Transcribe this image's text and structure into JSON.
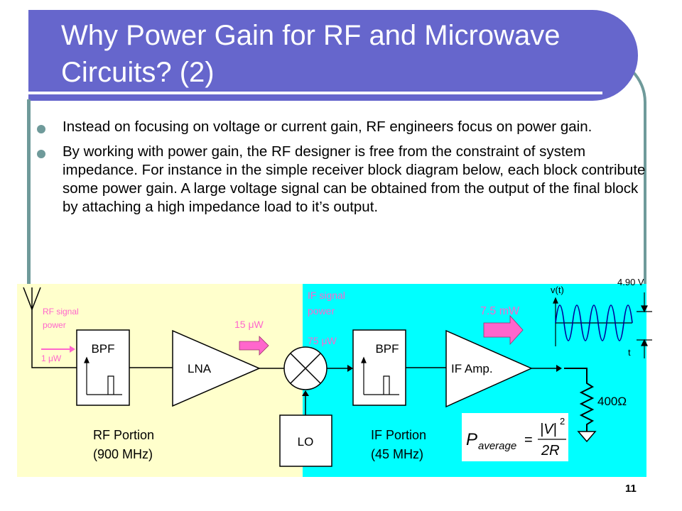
{
  "slide": {
    "title": "Why Power Gain for RF and Microwave Circuits? (2)",
    "bullets": [
      "Instead on focusing on voltage or current gain, RF engineers focus on power gain.",
      "By working with power gain, the RF designer is free from the constraint of system impedance.  For instance in the simple receiver block diagram below, each block contribute some power gain.  A large voltage signal can be obtained from the output of the final block by attaching a high impedance load to it’s output."
    ],
    "page_number": "11"
  },
  "diagram": {
    "rf_region_color": "#ffffcc",
    "if_region_color": "#00ffff",
    "arrow_color": "#ff66cc",
    "rf_signal_label_line1": "RF signal",
    "rf_signal_label_line2": "power",
    "rf_input_power": "1 μW",
    "bpf_rf_label": "BPF",
    "lna_label": "LNA",
    "lna_output_power": "15 μW",
    "if_signal_label_line1": "IF signal",
    "if_signal_label_line2": "power",
    "if_input_power": "75 μW",
    "bpf_if_label": "BPF",
    "if_amp_label": "IF Amp.",
    "if_amp_output_power": "7.5 mW",
    "lo_label": "LO",
    "rf_portion_line1": "RF Portion",
    "rf_portion_line2": "(900 MHz)",
    "if_portion_line1": "IF Portion",
    "if_portion_line2": "(45 MHz)",
    "load_label": "400Ω",
    "waveform_v_label": "v(t)",
    "waveform_t_label": "t",
    "amplitude_label": "4.90 V",
    "formula_p": "P",
    "formula_sub": "average",
    "formula_eq": "=",
    "formula_num": "|V|",
    "formula_exp": "2",
    "formula_den": "2R"
  }
}
